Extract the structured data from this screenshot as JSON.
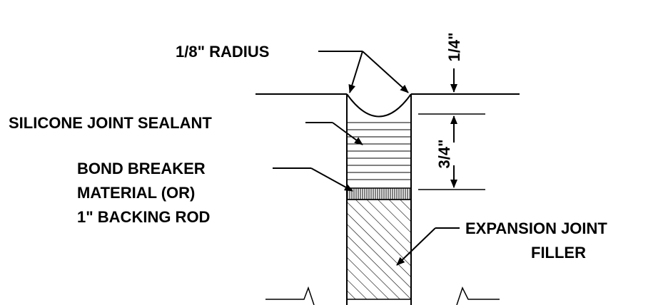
{
  "labels": {
    "radius": "1/8\" RADIUS",
    "sealant": "SILICONE JOINT SEALANT",
    "bond_line1": "BOND BREAKER",
    "bond_line2": "MATERIAL (OR)",
    "bond_line3": "1\" BACKING ROD",
    "filler_line1": "EXPANSION JOINT",
    "filler_line2": "FILLER"
  },
  "dimensions": {
    "top": "1/4\"",
    "depth": "3/4\""
  }
}
